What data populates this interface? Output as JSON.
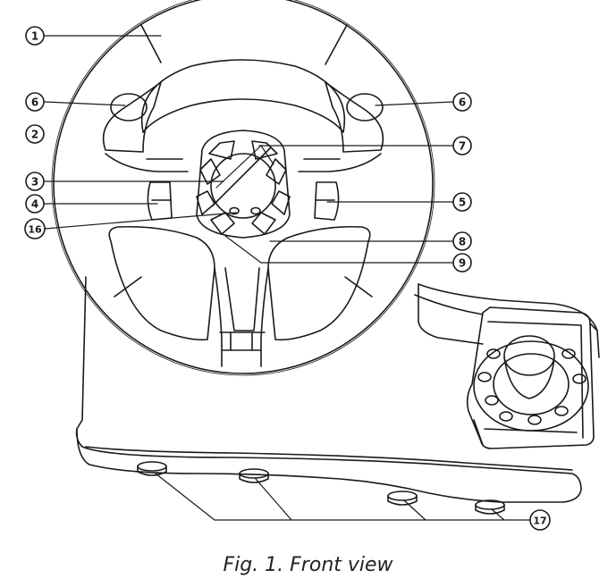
{
  "figure": {
    "caption": "Fig. 1. Front view"
  },
  "callouts": {
    "c1": "1",
    "c2": "2",
    "c3": "3",
    "c4": "4",
    "c5": "5",
    "c6_left": "6",
    "c6_right": "6",
    "c7": "7",
    "c8": "8",
    "c9": "9",
    "c16": "16",
    "c17": "17"
  }
}
